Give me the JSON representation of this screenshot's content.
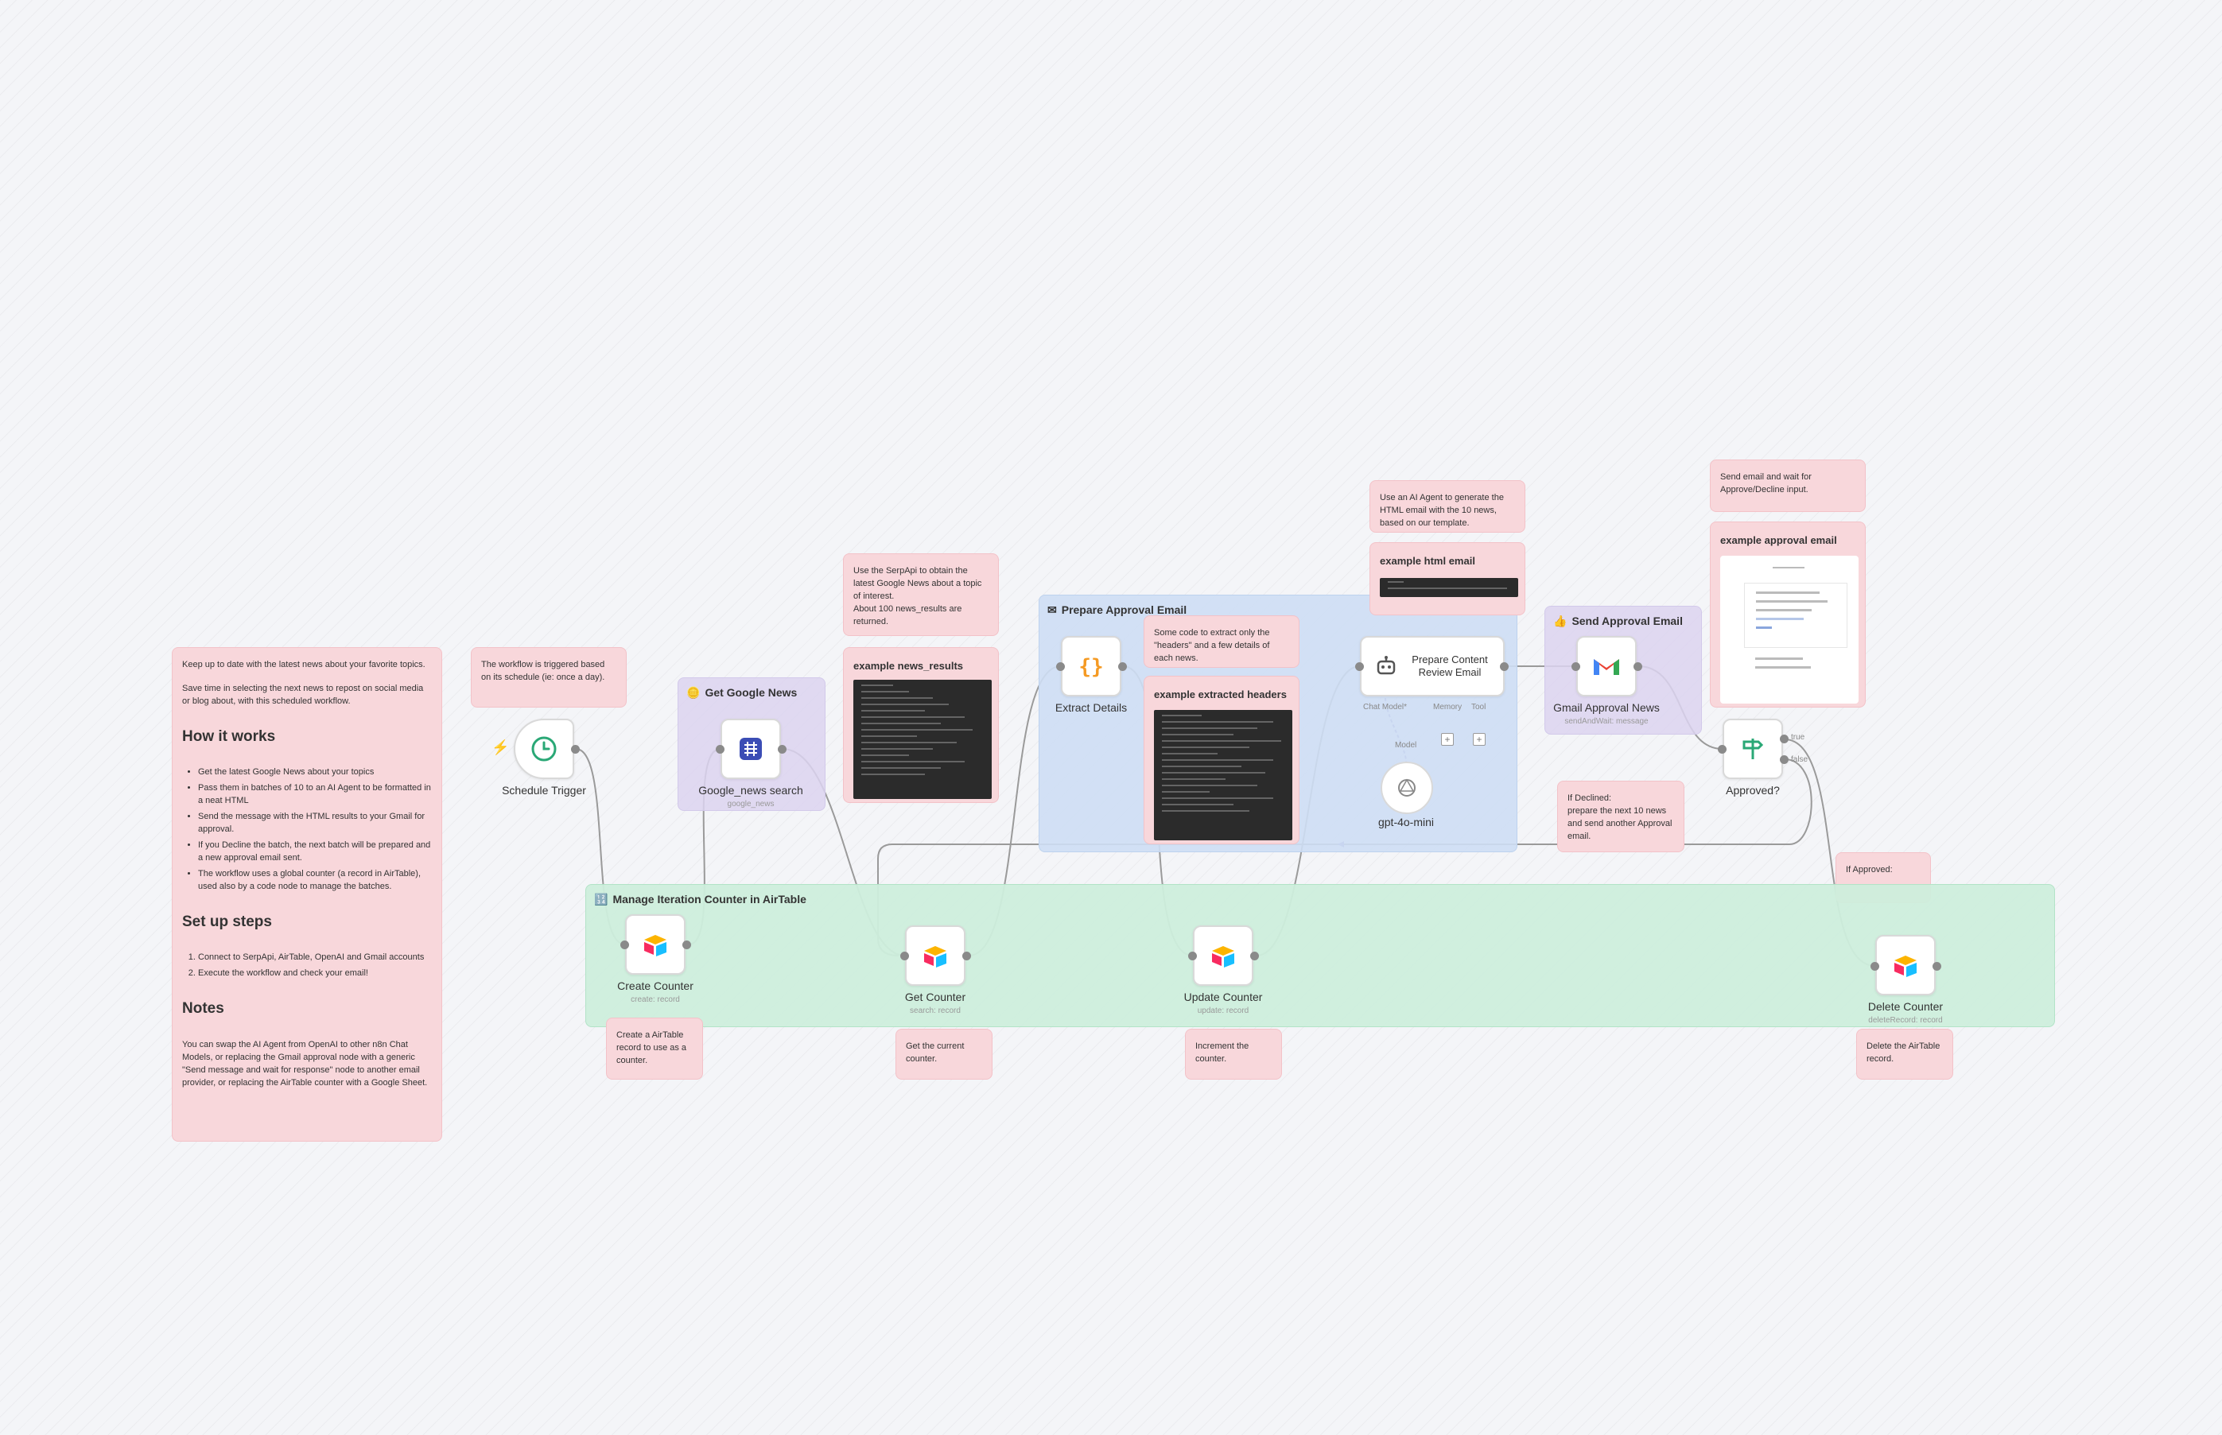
{
  "notes": {
    "intro": {
      "para1": "Keep up to date with the latest news about your favorite topics.",
      "para2": "Save time in selecting the next news to repost on social media or blog about, with this scheduled workflow.",
      "how_title": "How it works",
      "how_items": [
        "Get the latest Google News about your topics",
        "Pass them in batches of 10 to an AI Agent to be formatted in a neat HTML",
        "Send the message with the HTML results to your Gmail for approval.",
        "If you Decline the batch, the next batch will be prepared and a new approval email sent.",
        "The workflow uses a global counter (a record in AirTable), used also by a code node to manage the batches."
      ],
      "setup_title": "Set up steps",
      "setup_items": [
        "Connect to SerpApi, AirTable, OpenAI and Gmail accounts",
        "Execute the workflow and check your email!"
      ],
      "notes_title": "Notes",
      "notes_text": "You can swap the AI Agent from OpenAI to other n8n Chat Models, or replacing the Gmail approval node with a generic \"Send message and wait for response\" node to another email provider, or replacing the AirTable counter with a Google Sheet."
    },
    "trigger_note": "The workflow is triggered based on its schedule (ie: once a day).",
    "serp_note": "Use the SerpApi to obtain the latest Google News about a topic of interest.\nAbout 100 news_results are returned.",
    "news_results_title": "example news_results",
    "extract_note": "Some code to extract only the \"headers\" and a few details of each news.",
    "extracted_headers_title": "example extracted headers",
    "agent_note": "Use an AI Agent to generate the HTML email with the 10 news, based on our template.",
    "html_email_title": "example html email",
    "approval_note": "Send email and wait for Approve/Decline input.",
    "approval_email_title": "example approval email",
    "declined_note": "If Declined:\nprepare the next 10 news and send another Approval email.",
    "approved_note": "If Approved:",
    "create_note": "Create a AirTable record to use as a counter.",
    "get_note": "Get the current counter.",
    "update_note": "Increment the counter.",
    "delete_note": "Delete the AirTable record."
  },
  "groups": {
    "google_news": "Get Google News",
    "prepare": "Prepare Approval Email",
    "send": "Send Approval Email",
    "counter": "Manage Iteration Counter in AirTable"
  },
  "nodes": {
    "schedule": {
      "label": "Schedule Trigger"
    },
    "serp": {
      "label": "Google_news search",
      "sub": "google_news"
    },
    "extract": {
      "label": "Extract Details"
    },
    "agent": {
      "label": "Prepare Content Review Email",
      "chat_model": "Chat Model*",
      "memory": "Memory",
      "tool": "Tool",
      "model_link": "Model"
    },
    "gpt": {
      "label": "gpt-4o-mini"
    },
    "gmail": {
      "label": "Gmail Approval News",
      "sub": "sendAndWait: message"
    },
    "approved": {
      "label": "Approved?",
      "true_label": "true",
      "false_label": "false"
    },
    "create": {
      "label": "Create Counter",
      "sub": "create: record"
    },
    "get": {
      "label": "Get Counter",
      "sub": "search: record"
    },
    "update": {
      "label": "Update Counter",
      "sub": "update: record"
    },
    "delete": {
      "label": "Delete Counter",
      "sub": "deleteRecord: record"
    }
  },
  "icons": {
    "schedule": "clock-icon",
    "serp": "serpapi-icon",
    "extract": "curly-braces-icon",
    "agent": "robot-icon",
    "gpt": "openai-icon",
    "gmail": "gmail-icon",
    "approved": "signpost-icon",
    "airtable": "airtable-icon",
    "add": "plus-icon"
  },
  "colors": {
    "sticky_pink": "#f8d7db",
    "group_lavender": "#dcd4f0",
    "group_blue": "#cedef4",
    "group_green": "#cdeedc",
    "connection": "#9a9a9a",
    "trigger_marker": "#e8665a"
  }
}
